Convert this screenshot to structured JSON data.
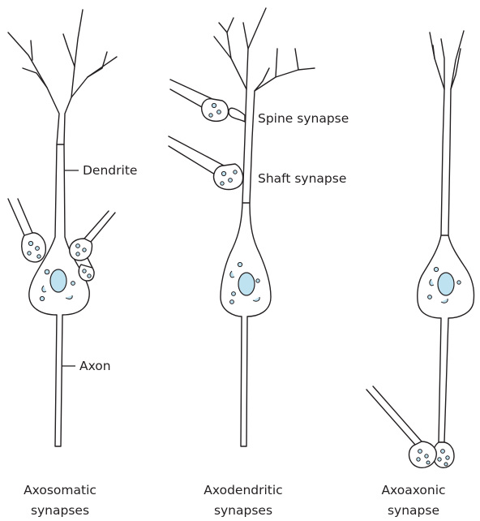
{
  "labels": {
    "dendrite": "Dendrite",
    "axon": "Axon",
    "spine_synapse": "Spine synapse",
    "shaft_synapse": "Shaft synapse"
  },
  "captions": {
    "axosomatic": {
      "line1": "Axosomatic",
      "line2": "synapses"
    },
    "axodendritic": {
      "line1": "Axodendritic",
      "line2": "synapses"
    },
    "axoaxonic": {
      "line1": "Axoaxonic",
      "line2": "synapse"
    }
  },
  "colors": {
    "stroke": "#231f20",
    "organelle_fill": "#bfe2f1",
    "background": "#ffffff"
  }
}
